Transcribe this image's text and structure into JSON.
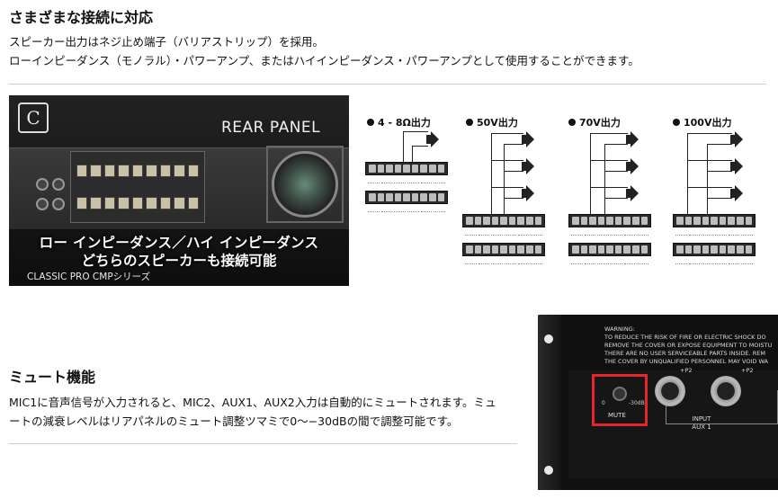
{
  "section1": {
    "heading": "さまざまな接続に対応",
    "line1": "スピーカー出力はネジ止め端子（バリアストリップ）を採用。",
    "line2": "ローインピーダンス（モノラル）・パワーアンプ、またはハイインピーダンス・パワーアンプとして使用することができます。"
  },
  "rear_photo": {
    "logo": "C",
    "title": "REAR PANEL",
    "overlay_line1": "ロー インピーダンス／ハイ インピーダンス",
    "overlay_line2": "どちらのスピーカーも接続可能",
    "caption": "CLASSIC PRO  CMPシリーズ"
  },
  "diagrams": [
    {
      "label": "4 - 8Ω出力"
    },
    {
      "label": "50V出力"
    },
    {
      "label": "70V出力"
    },
    {
      "label": "100V出力"
    }
  ],
  "section2": {
    "heading": "ミュート機能",
    "line1": "MIC1に音声信号が入力されると、MIC2、AUX1、AUX2入力は自動的にミュートされます。ミュ",
    "line2": "ートの減衰レベルはリアパネルのミュート調整ツマミで0～−30dBの間で調整可能です。"
  },
  "mute_photo": {
    "warning_lines": [
      "WARNING:",
      "TO REDUCE THE RISK OF FIRE OR ELECTRIC SHOCK DO",
      "REMOVE THE COVER OR EXPOSE EQUIPMENT TO MOISTU",
      "THERE ARE NO USER SERVICEABLE PARTS INSIDE. REM",
      "THE COVER BY UNQUALIFIED PERSONNEL MAY VOID WA"
    ],
    "mute_label": "MUTE",
    "db_min": "0",
    "db_max": "-30dB",
    "p2_label": "+P2",
    "input_label": "INPUT",
    "aux_label": "AUX 1"
  },
  "colors": {
    "highlight_red": "#e5262b",
    "rule_gray": "#cfcfcf"
  }
}
